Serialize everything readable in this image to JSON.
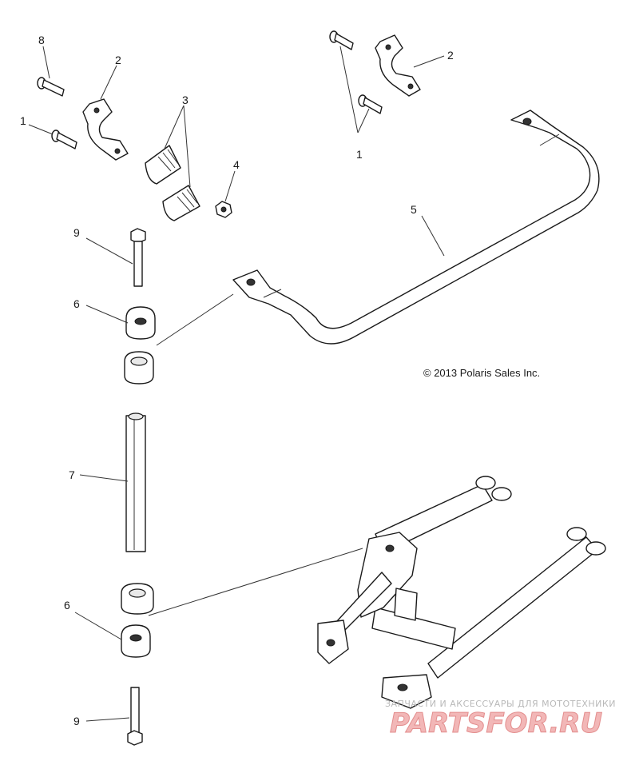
{
  "copyright": "© 2013 Polaris Sales Inc.",
  "watermark": {
    "tagline": "ЗАПЧАСТИ И АКСЕССУАРЫ ДЛЯ МОТОТЕХНИКИ",
    "brand": "PARTSFOR.RU"
  },
  "callouts": {
    "c8": "8",
    "c2a": "2",
    "c1a": "1",
    "c3": "3",
    "c4": "4",
    "c2b": "2",
    "c1b": "1",
    "c5": "5",
    "c9a": "9",
    "c6a": "6",
    "c7": "7",
    "c6b": "6",
    "c9b": "9"
  },
  "colors": {
    "line": "#1a1a1a",
    "watermark_fill": "#f2b7b7",
    "watermark_text": "#b9b9b9"
  }
}
